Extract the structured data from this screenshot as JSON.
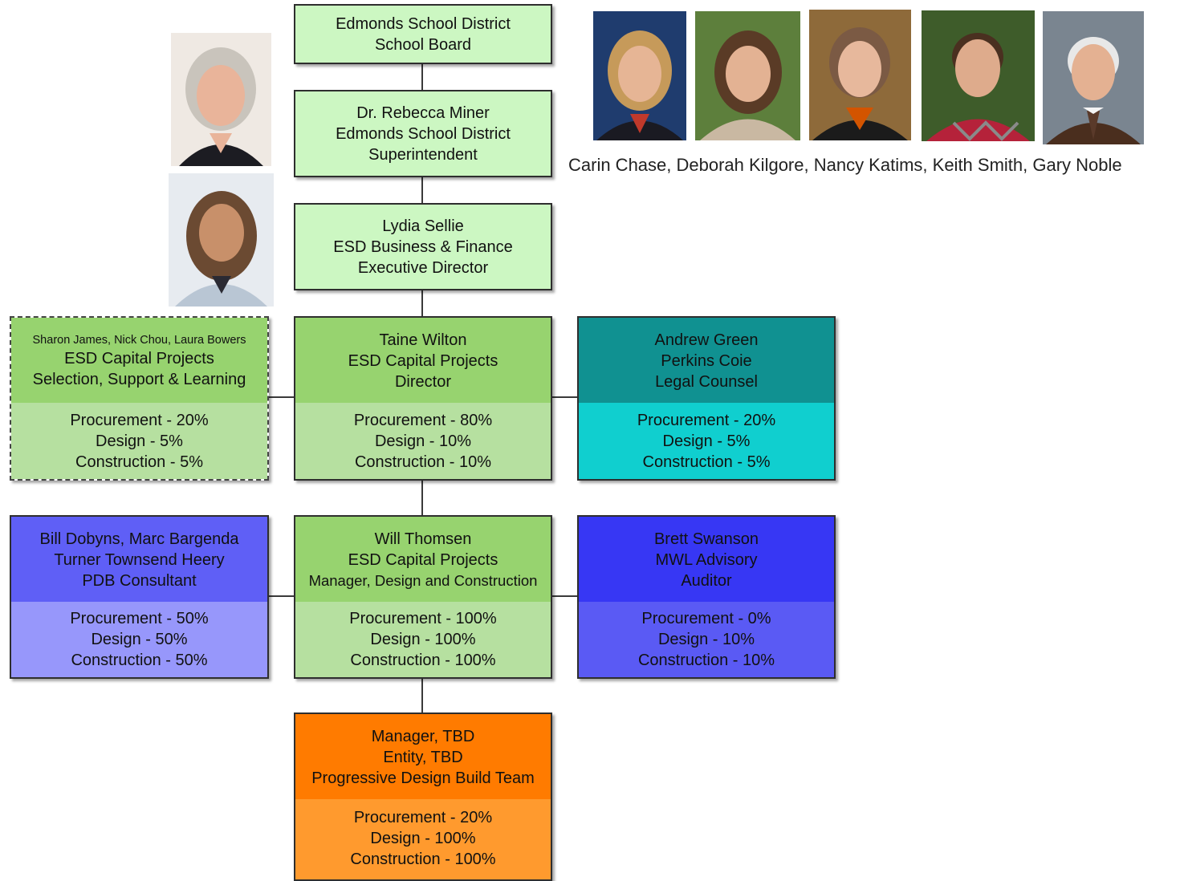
{
  "colors": {
    "green_header": "#97d36f",
    "green_body": "#b6e0a0",
    "teal_header": "#109191",
    "teal_body": "#10cfcf",
    "blue_header": "#5f5ff6",
    "blue_body": "#9797fb",
    "deep_blue_header": "#3737f4",
    "deep_blue_body": "#5a5af4",
    "orange_header": "#ff7b00",
    "orange_body": "#ff9a2e",
    "plain_box": "#ccf7c2"
  },
  "board": {
    "line1": "Edmonds School District",
    "line2": "School Board"
  },
  "superintendent": {
    "line1": "Dr. Rebecca Miner",
    "line2": "Edmonds School District",
    "line3": "Superintendent"
  },
  "finance": {
    "line1": "Lydia Sellie",
    "line2": "ESD Business & Finance",
    "line3": "Executive Director"
  },
  "selection_team": {
    "names": "Sharon James, Nick Chou, Laura Bowers",
    "line2": "ESD Capital Projects",
    "line3": "Selection, Support & Learning",
    "procurement": "Procurement - 20%",
    "design": "Design - 5%",
    "construction": "Construction - 5%"
  },
  "director": {
    "line1": "Taine Wilton",
    "line2": "ESD Capital Projects",
    "line3": "Director",
    "procurement": "Procurement - 80%",
    "design": "Design - 10%",
    "construction": "Construction - 10%"
  },
  "legal": {
    "line1": "Andrew Green",
    "line2": "Perkins Coie",
    "line3": "Legal Counsel",
    "procurement": "Procurement - 20%",
    "design": "Design - 5%",
    "construction": "Construction - 5%"
  },
  "pdb_consultant": {
    "line1": "Bill Dobyns, Marc Bargenda",
    "line2": "Turner Townsend Heery",
    "line3": "PDB Consultant",
    "procurement": "Procurement - 50%",
    "design": "Design - 50%",
    "construction": "Construction - 50%"
  },
  "manager": {
    "line1": "Will Thomsen",
    "line2": "ESD Capital Projects",
    "line3": "Manager, Design and Construction",
    "procurement": "Procurement - 100%",
    "design": "Design - 100%",
    "construction": "Construction - 100%"
  },
  "auditor": {
    "line1": "Brett Swanson",
    "line2": "MWL Advisory",
    "line3": "Auditor",
    "procurement": "Procurement - 0%",
    "design": "Design - 10%",
    "construction": "Construction - 10%"
  },
  "pdb_team": {
    "line1": "Manager, TBD",
    "line2": "Entity, TBD",
    "line3": "Progressive Design Build Team",
    "procurement": "Procurement - 20%",
    "design": "Design - 100%",
    "construction": "Construction - 100%"
  },
  "board_caption": "Carin Chase, Deborah Kilgore, Nancy Katims, Keith Smith, Gary Noble"
}
